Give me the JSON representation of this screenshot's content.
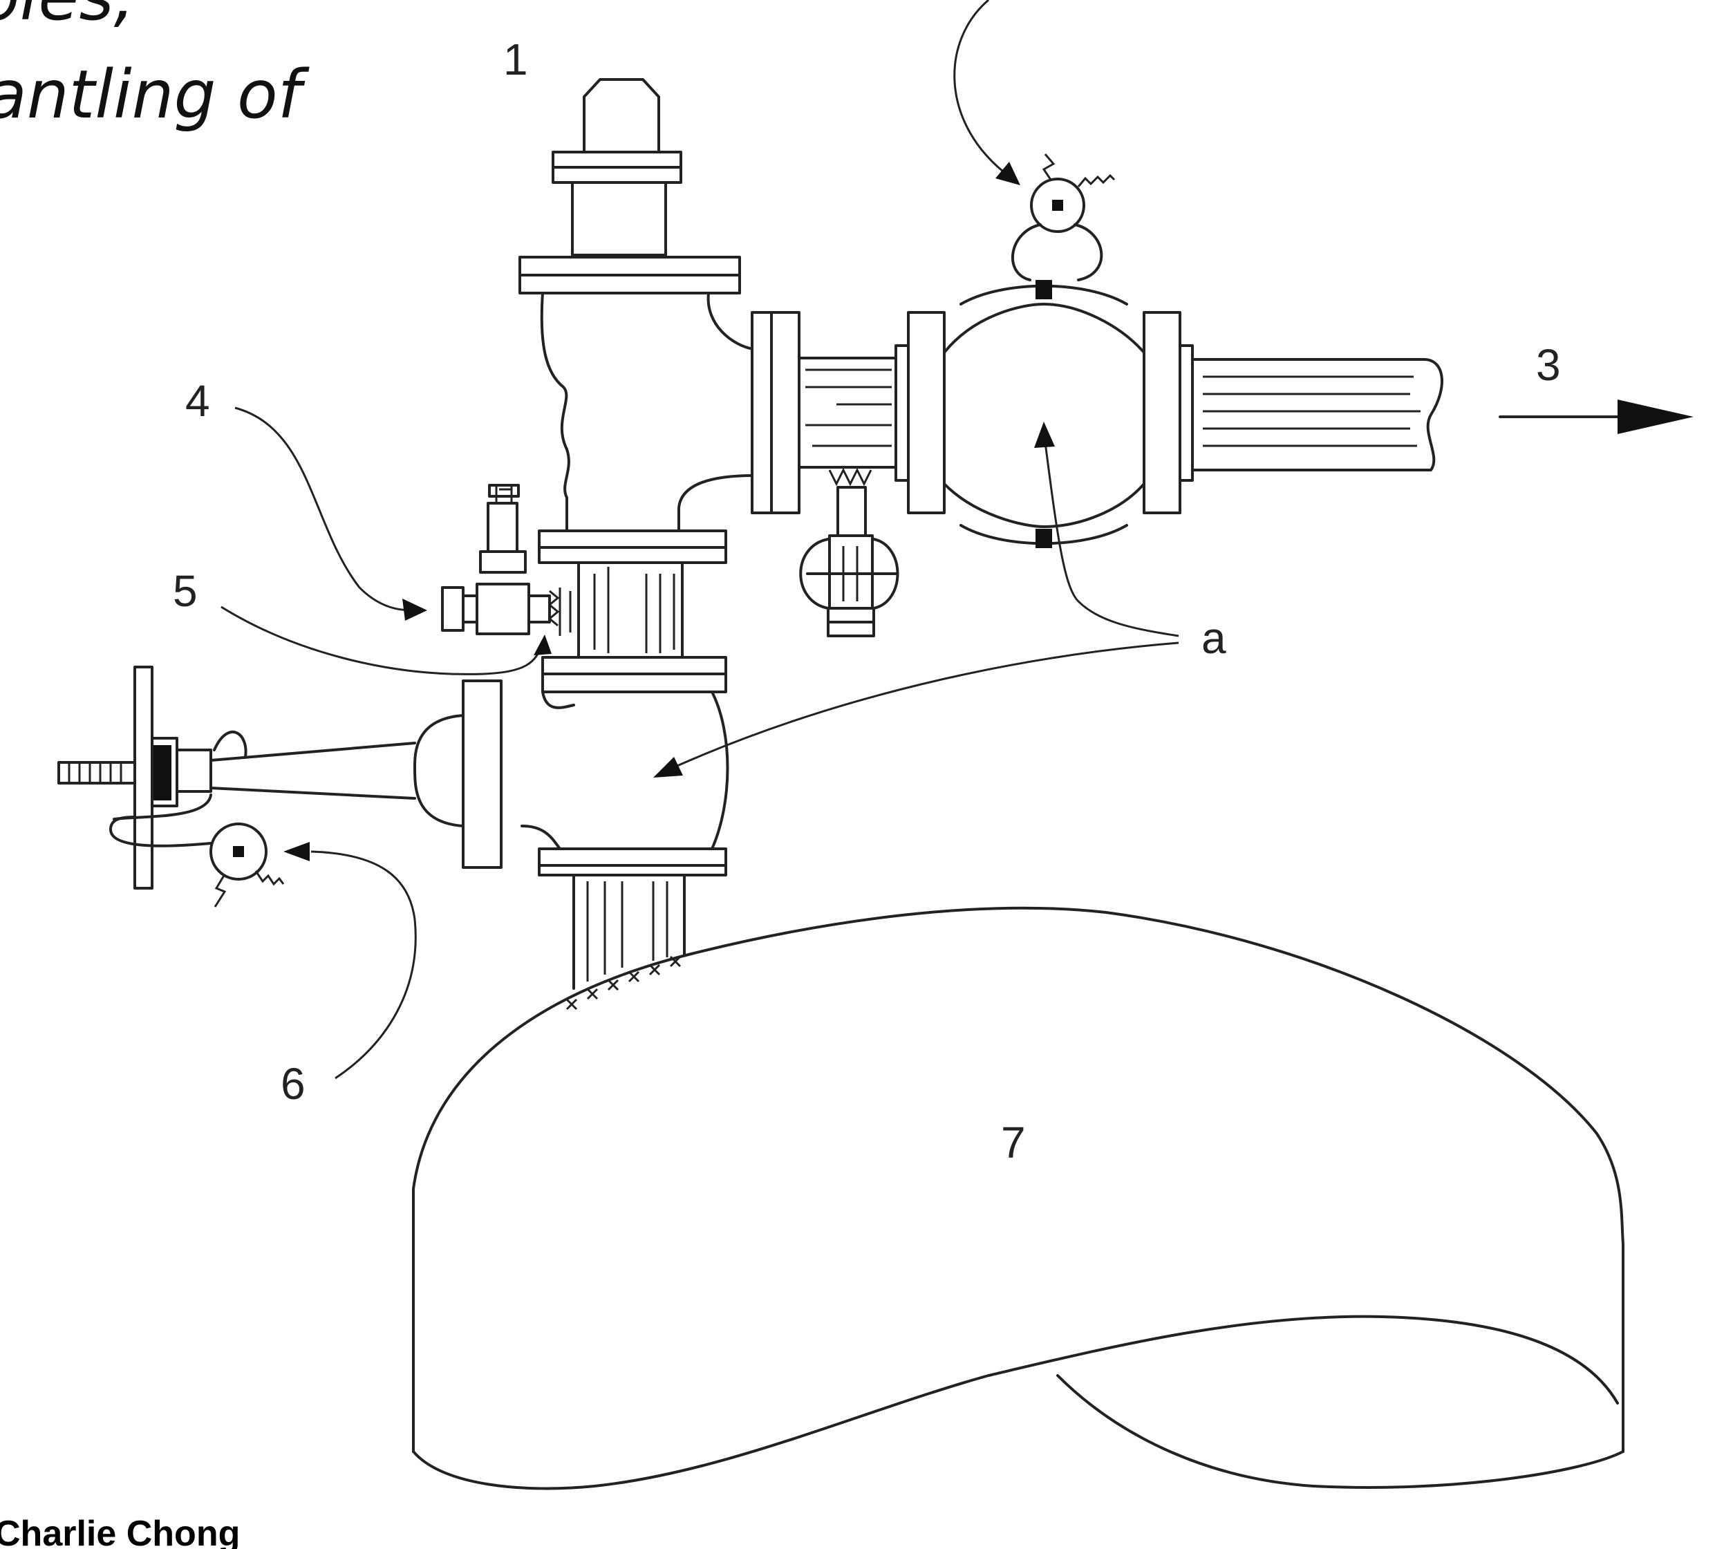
{
  "header": {
    "line1": "oles,",
    "line2": "antling of"
  },
  "callouts": {
    "label_1": "1",
    "label_3": "3",
    "label_4": "4",
    "label_5": "5",
    "label_6": "6",
    "label_7": "7",
    "label_a": "a"
  },
  "footer": {
    "author": "Charlie Chong"
  }
}
